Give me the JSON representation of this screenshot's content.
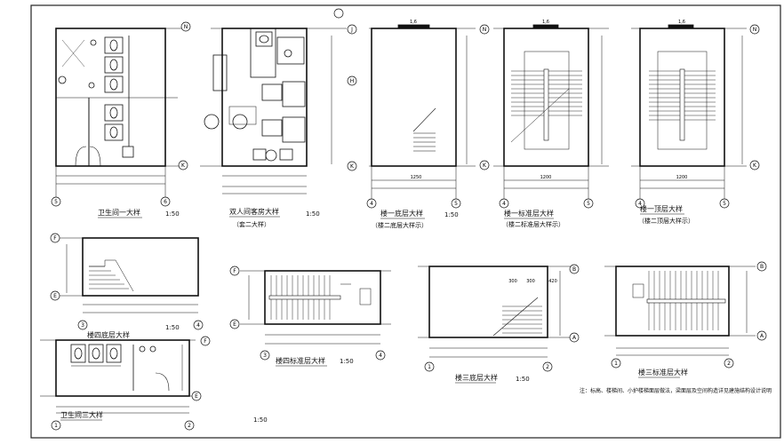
{
  "drawings": [
    {
      "id": "d1",
      "title": "卫生间一大样",
      "subtitle": "",
      "scale": "1:50"
    },
    {
      "id": "d2",
      "title": "双人间客房大样",
      "subtitle": "（套二大样）",
      "scale": "1:50"
    },
    {
      "id": "d3",
      "title": "楼一底层大样",
      "subtitle": "（楼二底层大样示）",
      "scale": "1:50"
    },
    {
      "id": "d4",
      "title": "楼一标准层大样",
      "subtitle": "（楼二标准层大样示）",
      "scale": ""
    },
    {
      "id": "d5",
      "title": "楼一顶层大样",
      "subtitle": "（楼二顶层大样示）",
      "scale": ""
    },
    {
      "id": "d6",
      "title": "楼四底层大样",
      "subtitle": "",
      "scale": "1:50"
    },
    {
      "id": "d7",
      "title": "楼四标准层大样",
      "subtitle": "",
      "scale": "1:50"
    },
    {
      "id": "d8",
      "title": "楼三底层大样",
      "subtitle": "",
      "scale": "1:50"
    },
    {
      "id": "d9",
      "title": "楼三标准层大样",
      "subtitle": "",
      "scale": ""
    },
    {
      "id": "d10",
      "title": "卫生间三大样",
      "subtitle": "",
      "scale": "1:50"
    }
  ],
  "note": "注：标高、楼梯间、小护楼梯面层做法，梁面层及空间构造详见建施结构设计说明",
  "axis_labels": {
    "N": "N",
    "K": "K",
    "J": "J",
    "H": "H",
    "F": "F",
    "E": "E",
    "B": "B",
    "A": "A",
    "one": "1",
    "two": "2",
    "three": "3",
    "four": "4",
    "five": "5",
    "six": "6"
  },
  "dimensions": {
    "d3_top": "1,6",
    "d4_top": "1,6",
    "d5_top": "1,6",
    "d3_bottom": "1250",
    "d4_bottom": "1200",
    "d5_bottom": "1200",
    "d8_a": "300",
    "d8_b": "300",
    "d8_c": "420"
  }
}
